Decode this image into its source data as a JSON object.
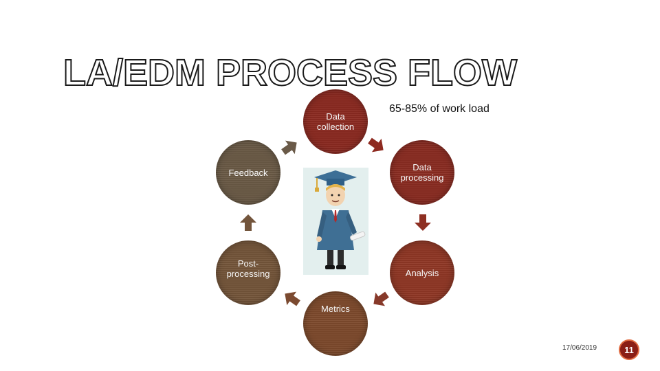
{
  "slide": {
    "title": "LA/EDM PROCESS FLOW",
    "annotation": "65-85% of work load",
    "date": "17/06/2019",
    "page_number": "11"
  },
  "cycle": {
    "nodes": [
      {
        "id": "data-collection",
        "lines": [
          "Data",
          "collection"
        ],
        "color": "#8b2a21"
      },
      {
        "id": "data-processing",
        "lines": [
          "Data",
          "processing"
        ],
        "color": "#8a2c22"
      },
      {
        "id": "analysis",
        "lines": [
          "Analysis"
        ],
        "color": "#8f3725"
      },
      {
        "id": "metrics",
        "lines": [
          "Metrics"
        ],
        "color": "#7d4a2c"
      },
      {
        "id": "post-processing",
        "lines": [
          "Post-",
          "processing"
        ],
        "color": "#74553a"
      },
      {
        "id": "feedback",
        "lines": [
          "Feedback"
        ],
        "color": "#6a5a46"
      }
    ]
  },
  "colors": {
    "accent": "#8a1e16",
    "badge_border": "#e06a40",
    "figure_background": "#e3efee"
  },
  "icons": {
    "center": "graduate-student-icon",
    "connector": "arrow-icon"
  }
}
